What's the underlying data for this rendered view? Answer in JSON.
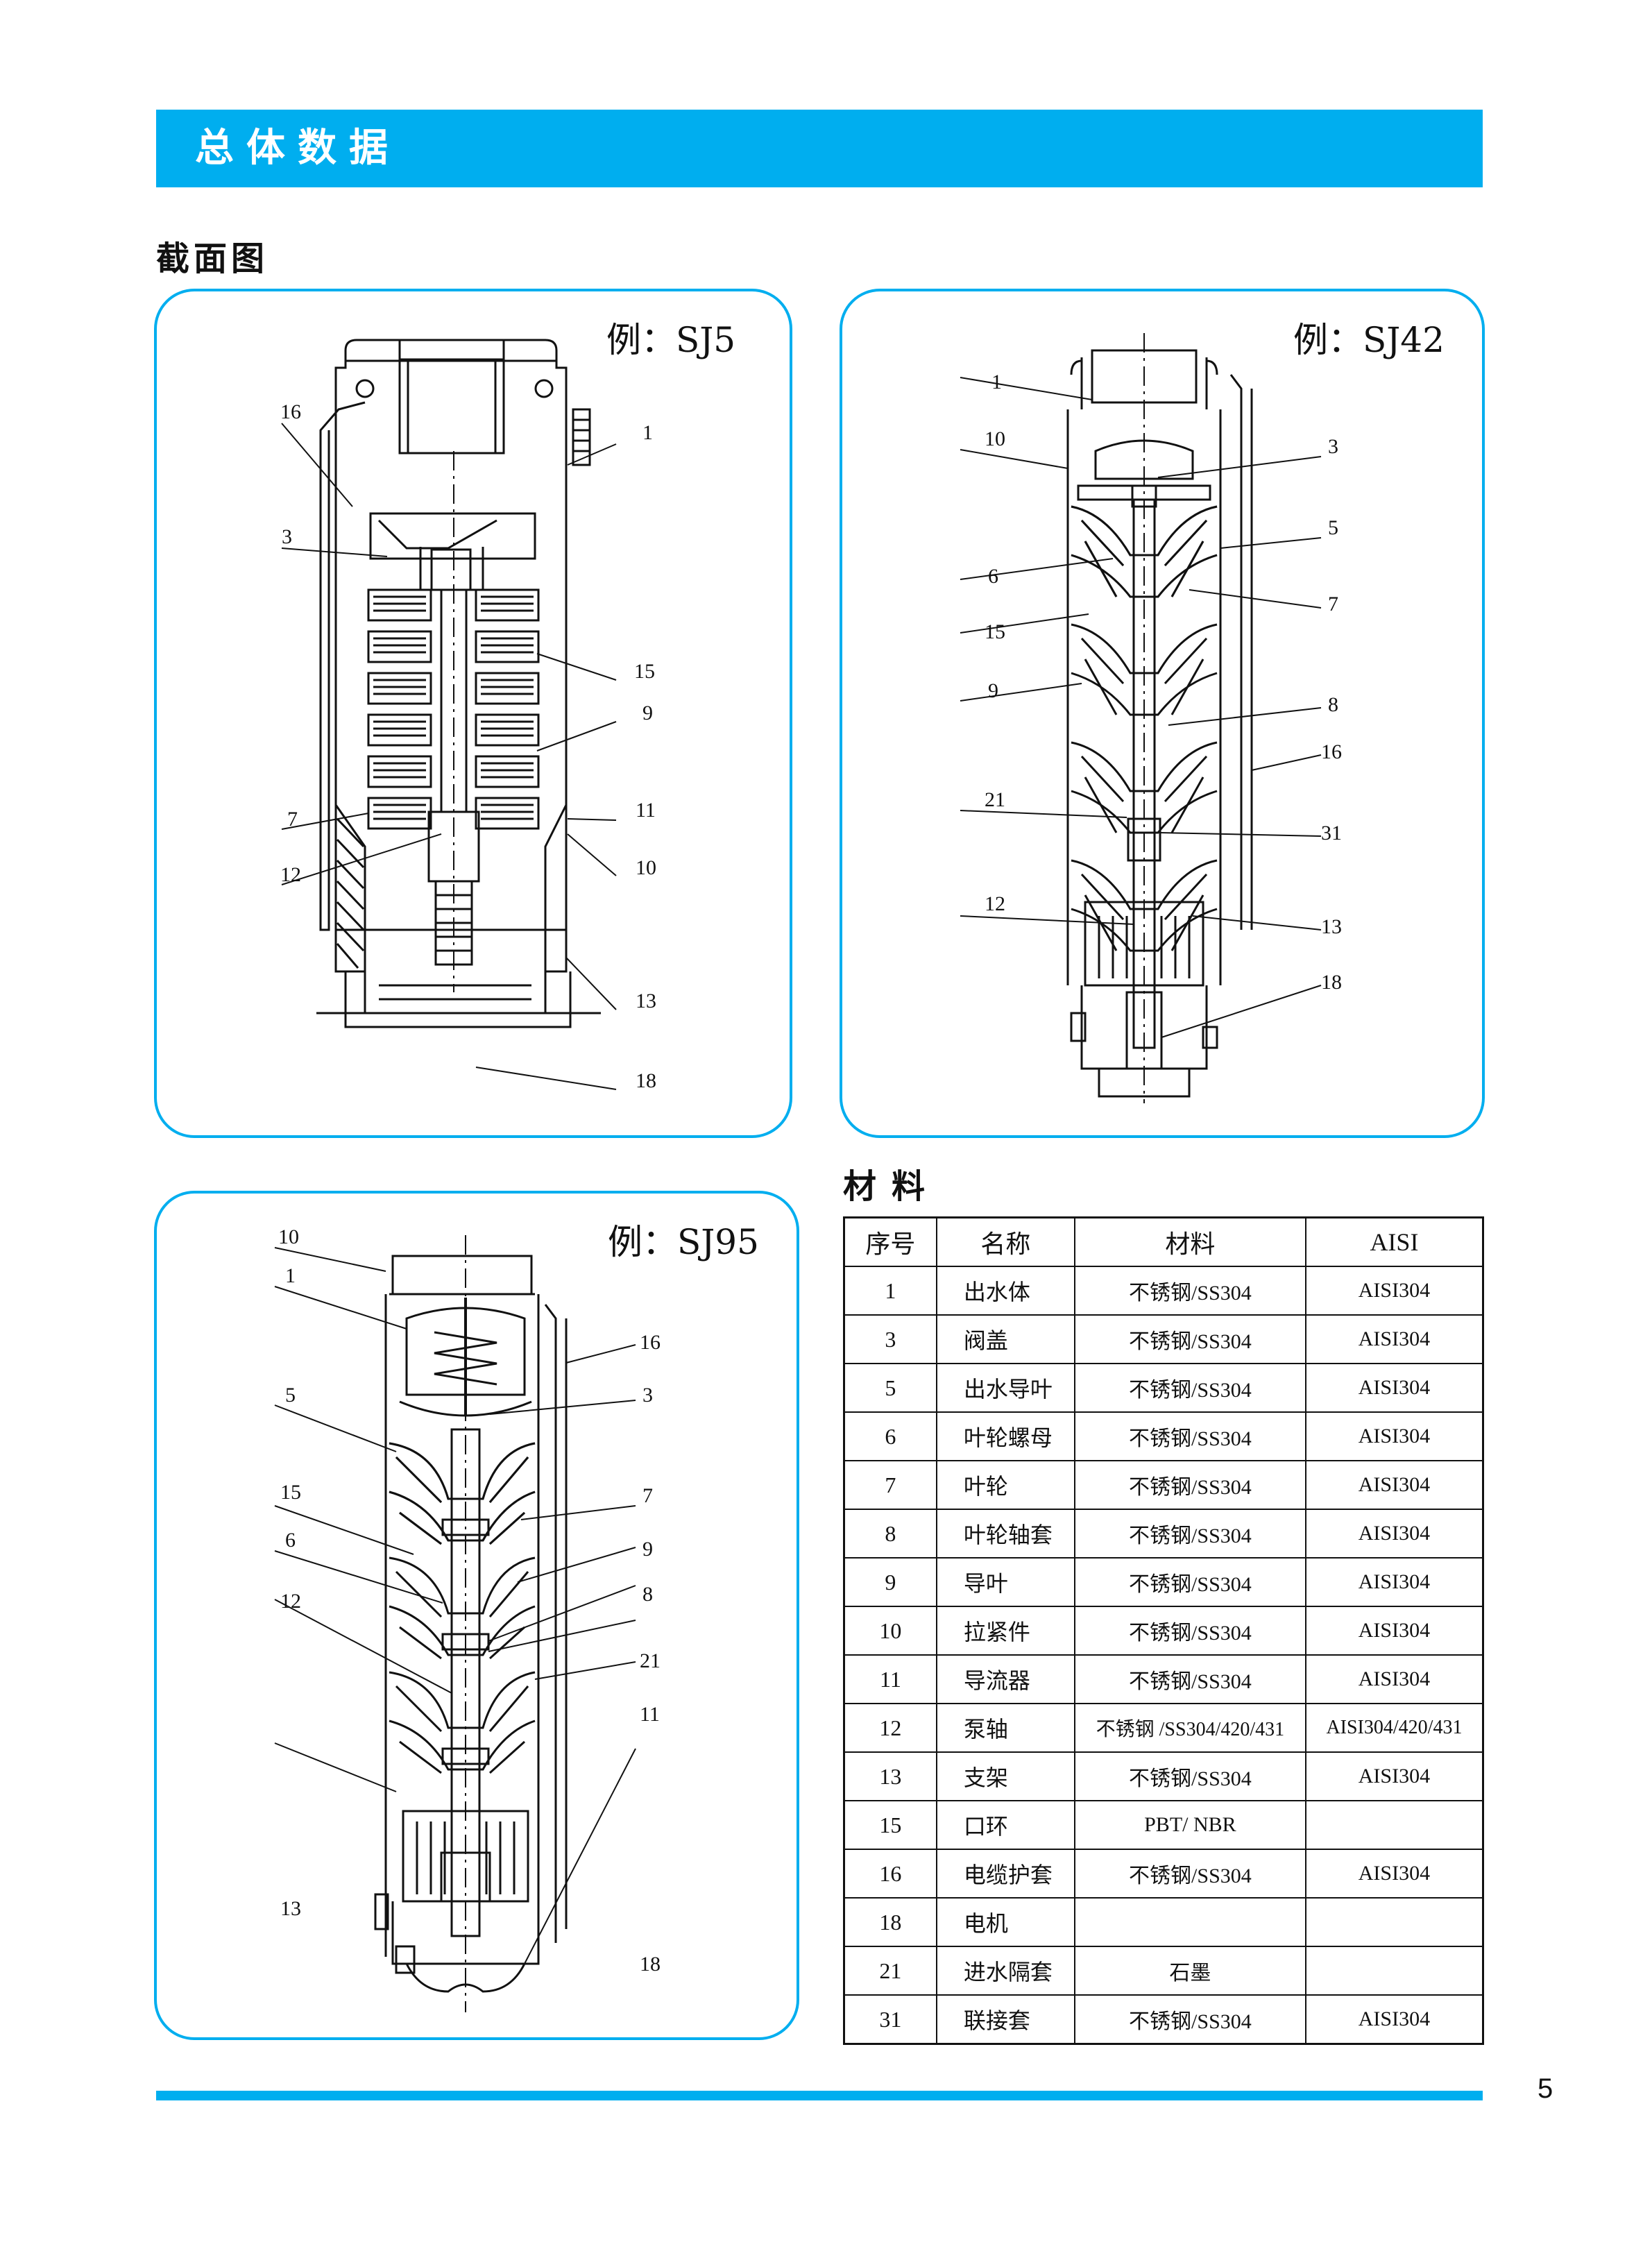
{
  "header": {
    "title": "总体数据"
  },
  "sections": {
    "cross_section": "截面图",
    "materials": "材料"
  },
  "panels": {
    "sj5": {
      "example": "例：SJ5",
      "callouts": [
        "16",
        "1",
        "3",
        "15",
        "9",
        "7",
        "11",
        "12",
        "10",
        "13",
        "18"
      ]
    },
    "sj42": {
      "example": "例：SJ42",
      "callouts": [
        "1",
        "10",
        "3",
        "5",
        "6",
        "7",
        "15",
        "9",
        "8",
        "16",
        "21",
        "31",
        "12",
        "13",
        "18"
      ]
    },
    "sj95": {
      "example": "例：SJ95",
      "callouts": [
        "10",
        "1",
        "16",
        "5",
        "3",
        "15",
        "7",
        "9",
        "6",
        "8",
        "12",
        "21",
        "11",
        "13",
        "18"
      ]
    }
  },
  "table": {
    "headers": [
      "序号",
      "名称",
      "材料",
      "AISI"
    ],
    "rows": [
      [
        "1",
        "出水体",
        "不锈钢/SS304",
        "AISI304"
      ],
      [
        "3",
        "阀盖",
        "不锈钢/SS304",
        "AISI304"
      ],
      [
        "5",
        "出水导叶",
        "不锈钢/SS304",
        "AISI304"
      ],
      [
        "6",
        "叶轮螺母",
        "不锈钢/SS304",
        "AISI304"
      ],
      [
        "7",
        "叶轮",
        "不锈钢/SS304",
        "AISI304"
      ],
      [
        "8",
        "叶轮轴套",
        "不锈钢/SS304",
        "AISI304"
      ],
      [
        "9",
        "导叶",
        "不锈钢/SS304",
        "AISI304"
      ],
      [
        "10",
        "拉紧件",
        "不锈钢/SS304",
        "AISI304"
      ],
      [
        "11",
        "导流器",
        "不锈钢/SS304",
        "AISI304"
      ],
      [
        "12",
        "泵轴",
        "不锈钢 /SS304/420/431",
        "AISI304/420/431"
      ],
      [
        "13",
        "支架",
        "不锈钢/SS304",
        "AISI304"
      ],
      [
        "15",
        "口环",
        "PBT/ NBR",
        ""
      ],
      [
        "16",
        "电缆护套",
        "不锈钢/SS304",
        "AISI304"
      ],
      [
        "18",
        "电机",
        "",
        ""
      ],
      [
        "21",
        "进水隔套",
        "石墨",
        ""
      ],
      [
        "31",
        "联接套",
        "不锈钢/SS304",
        "AISI304"
      ]
    ]
  },
  "page_number": "5",
  "colors": {
    "accent": "#00aeef",
    "text": "#111111"
  }
}
